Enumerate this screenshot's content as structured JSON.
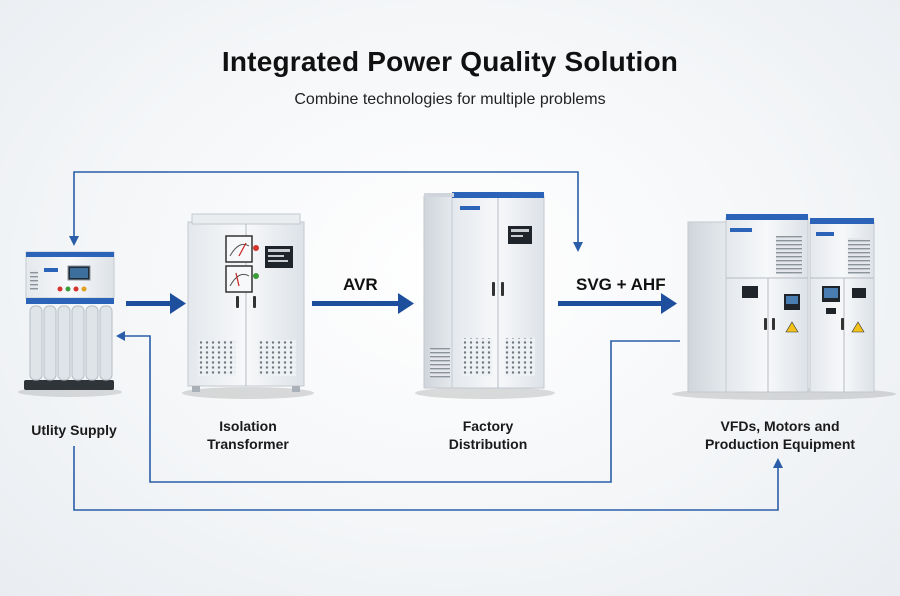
{
  "header": {
    "title": "Integrated Power Quality Solution",
    "subtitle": "Combine technologies for multiple problems"
  },
  "nodes": [
    {
      "id": "utility",
      "label": "Utlity Supply"
    },
    {
      "id": "isolation",
      "label_line1": "Isolation",
      "label_line2": "Transformer"
    },
    {
      "id": "factory",
      "label_line1": "Factory",
      "label_line2": "Distribution"
    },
    {
      "id": "vfds",
      "label_line1": "VFDs, Motors and",
      "label_line2": "Production Equipment"
    }
  ],
  "flow_labels": {
    "avr": "AVR",
    "svg_ahf": "SVG + AHF"
  },
  "colors": {
    "arrow_blue": "#1d4f9c",
    "line_blue": "#2a5ea8",
    "cabinet_white": "#f3f5f7",
    "cabinet_edge": "#c9ced4",
    "brand_blue": "#2b63b8"
  }
}
